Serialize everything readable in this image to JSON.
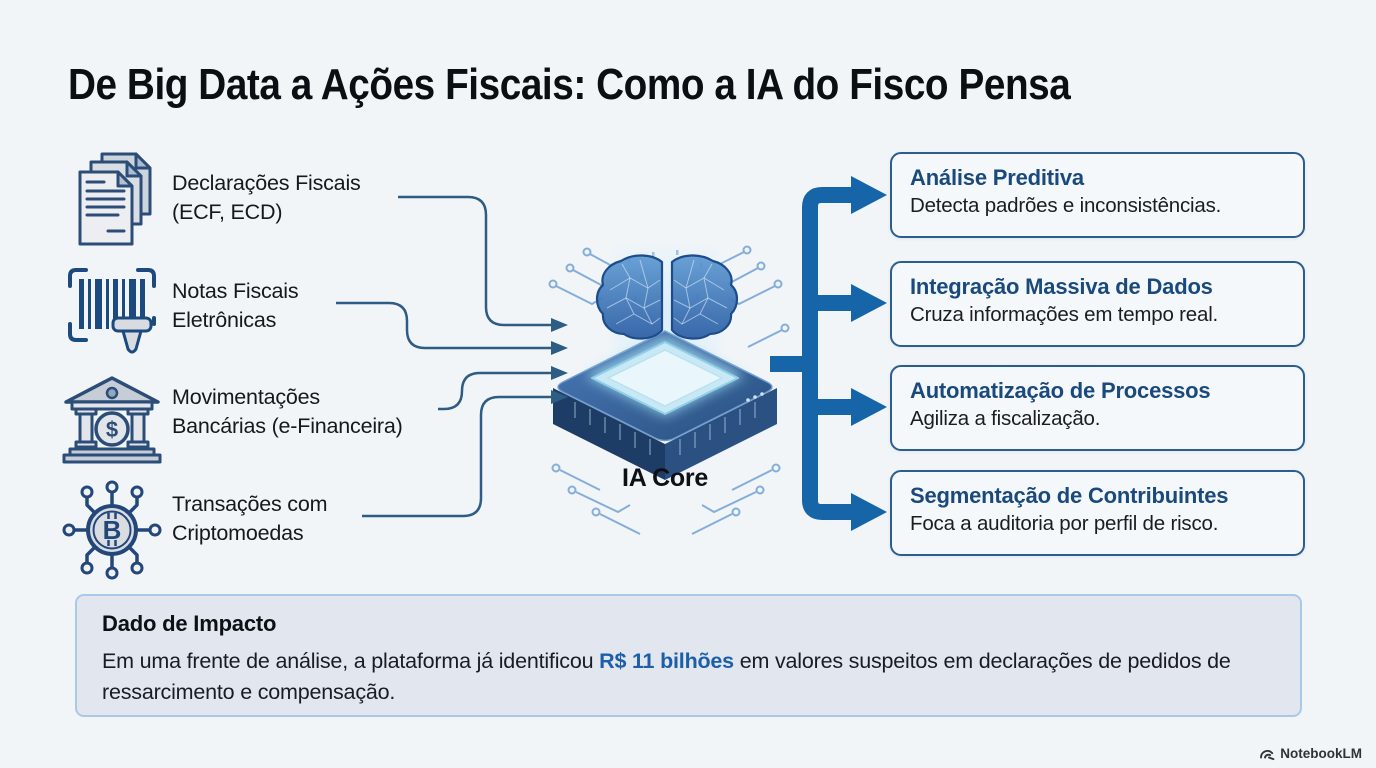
{
  "title": "De Big Data a Ações Fiscais: Como a IA do Fisco Pensa",
  "inputs": [
    {
      "icon": "documents-icon",
      "line1": "Declarações Fiscais",
      "line2": "(ECF, ECD)"
    },
    {
      "icon": "barcode-icon",
      "line1": "Notas Fiscais",
      "line2": "Eletrônicas"
    },
    {
      "icon": "bank-icon",
      "line1": "Movimentações",
      "line2": "Bancárias (e-Financeira)"
    },
    {
      "icon": "crypto-icon",
      "line1": "Transações com",
      "line2": "Criptomoedas"
    }
  ],
  "core": {
    "label": "IA Core"
  },
  "outputs": [
    {
      "title": "Análise Preditiva",
      "description": "Detecta padrões e inconsistências."
    },
    {
      "title": "Integração Massiva de Dados",
      "description": "Cruza informações em tempo real."
    },
    {
      "title": "Automatização de Processos",
      "description": "Agiliza a fiscalização."
    },
    {
      "title": "Segmentação de Contribuintes",
      "description": "Foca a auditoria por perfil de risco."
    }
  ],
  "impact": {
    "title": "Dado de Impacto",
    "text_before": "Em uma frente de análise, a plataforma já identificou ",
    "highlight": "R$ 11 bilhões",
    "text_after": " em valores suspeitos em declarações de pedidos de ressarcimento e compensação."
  },
  "watermark": {
    "label": "NotebookLM"
  },
  "colors": {
    "background": "#f1f5f8",
    "arrow_blue": "#1565a8",
    "connector_line": "#2d5c85",
    "box_border": "#2b5d8e",
    "box_title": "#1a4a7c",
    "impact_background": "#e2e6ee",
    "impact_border": "#aac9e6",
    "highlight_blue": "#1c5fa8"
  }
}
